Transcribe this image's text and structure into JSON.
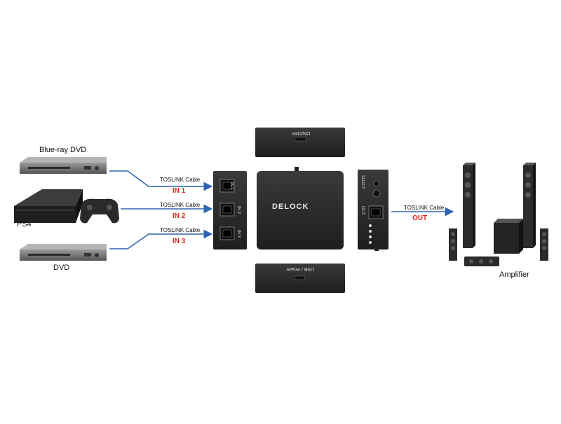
{
  "sources": [
    {
      "label": "Blue-ray DVD",
      "device": "bluray-player"
    },
    {
      "label": "PS4",
      "device": "game-console"
    },
    {
      "label": "DVD",
      "device": "dvd-player"
    }
  ],
  "inputs": [
    {
      "cable": "TOSLINK Cable",
      "port": "IN 1",
      "panel_port": "IN 1"
    },
    {
      "cable": "TOSLINK Cable",
      "port": "IN 2",
      "panel_port": "IN 2"
    },
    {
      "cable": "TOSLINK Cable",
      "port": "IN 3",
      "panel_port": "IN 3"
    }
  ],
  "switch": {
    "brand": "DELOCK",
    "top_panel": "ON/OFF",
    "bottom_panel": "USB / Power",
    "out_panel_select": "SELECT",
    "out_panel_out": "OUT"
  },
  "output": {
    "cable": "TOSLINK Cable",
    "port": "OUT"
  },
  "destination": {
    "label": "Amplifier"
  },
  "colors": {
    "cable": "#2e64b0",
    "port_label": "#e0261b",
    "device_dark": "#2b2b2b"
  }
}
